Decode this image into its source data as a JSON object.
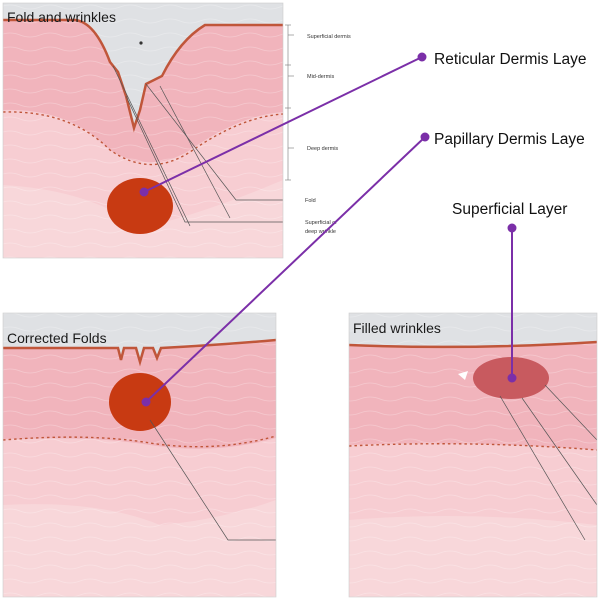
{
  "panels": {
    "fold": {
      "title": "Fold and wrinkles",
      "layer_labels": {
        "superficial": "Superficial dermis",
        "mid": "Mid-dermis",
        "deep": "Deep dermis",
        "fold": "Fold",
        "wrinkle_line1": "Superficial or",
        "wrinkle_line2": "deep wrinkle"
      }
    },
    "corrected": {
      "title": "Corrected Folds"
    },
    "filled": {
      "title": "Filled wrinkles"
    }
  },
  "callouts": {
    "reticular": "Reticular Dermis Laye",
    "papillary": "Papillary Dermis Laye",
    "superficial": "Superficial Layer"
  },
  "colors": {
    "pointer": "#7b2fa8",
    "filler_dark": "#c83a12",
    "filler_light": "#c85a5f",
    "skin_top": "#f1b4bc",
    "skin_mid": "#f7cdd2",
    "skin_deep": "#f8d7da",
    "background_gray": "#dfe1e4",
    "epidermis": "#c0563a"
  }
}
